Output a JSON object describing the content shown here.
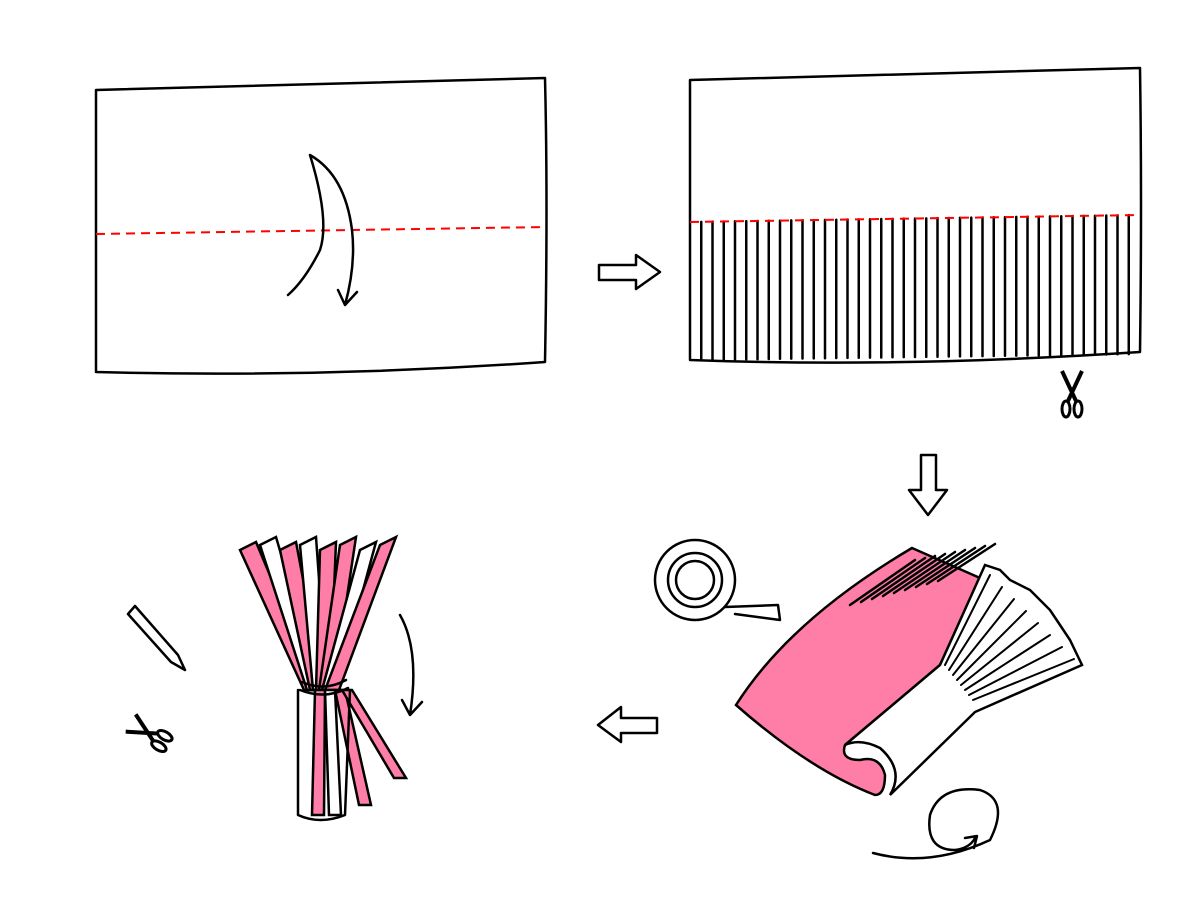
{
  "colors": {
    "pink": "#ff7ea8",
    "fold_line": "#ff0000",
    "outline": "#000000",
    "paper": "#ffffff"
  },
  "steps": [
    {
      "id": 1,
      "action": "fold"
    },
    {
      "id": 2,
      "action": "cut-fringe"
    },
    {
      "id": 3,
      "action": "roll-and-tape"
    },
    {
      "id": 4,
      "action": "tie-and-trim"
    }
  ],
  "fringe_strip_count": 40
}
